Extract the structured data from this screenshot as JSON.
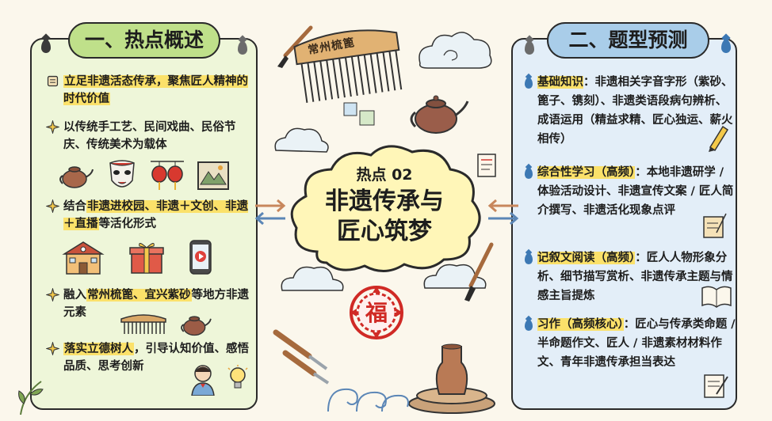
{
  "left_panel": {
    "header": "一、热点概述",
    "items": [
      {
        "hl": "立足非遗活态传承，聚焦匠人精神的时代价值",
        "rest": ""
      },
      {
        "hl": "",
        "rest": "以传统手工艺、民间戏曲、民俗节庆、传统美术为载体"
      },
      {
        "pre": "结合",
        "hl": "非遗进校园、非遗＋文创、非遗＋直播",
        "rest": "等活化形式"
      },
      {
        "pre": "融入",
        "hl": "常州梳篦、宜兴紫砂",
        "rest": "等地方非遗元素"
      },
      {
        "pre": "",
        "hl": "落实立德树人",
        "rest": "，引导认知价值、感悟品质、思考创新"
      }
    ],
    "icons_row1": [
      "teapot-icon",
      "opera-mask-icon",
      "lanterns-icon",
      "landscape-painting-icon"
    ],
    "icons_row2": [
      "school-icon",
      "gift-box-icon",
      "phone-live-icon"
    ],
    "icons_row3": [
      "comb-icon",
      "teapot-icon"
    ],
    "icons_row4": [
      "student-icon",
      "lightbulb-icon"
    ]
  },
  "center": {
    "small_title": "热点 02",
    "big_title_line1": "非遗传承与",
    "big_title_line2": "匠心筑梦",
    "comb_text": "常州梳篦",
    "paper_cut_char": "福"
  },
  "right_panel": {
    "header": "二、题型预测",
    "items": [
      {
        "lead": "基础知识",
        "rest": "：非遗相关字音字形（紫砂、篦子、镌刻）、非遗类语段病句辨析、成语运用（精益求精、匠心独运、薪火相传）"
      },
      {
        "lead": "综合性学习（高频）",
        "rest": "：本地非遗研学 / 体验活动设计、非遗宣传文案 / 匠人简介撰写、非遗活化现象点评"
      },
      {
        "lead": "记叙文阅读（高频）",
        "rest": "：匠人人物形象分析、细节描写赏析、非遗传承主题与情感主旨提炼"
      },
      {
        "lead": "习作（高频核心）",
        "rest": "：匠心与传承类命题 / 半命题作文、匠人 / 非遗素材材料作文、青年非遗传承担当表达"
      }
    ]
  },
  "colors": {
    "left_bg": "#eef6d9",
    "left_header": "#bfe08a",
    "right_bg": "#e3eef8",
    "right_header": "#a9cde9",
    "highlight": "#fbe16a",
    "cloud_fill": "#fff6b8"
  }
}
